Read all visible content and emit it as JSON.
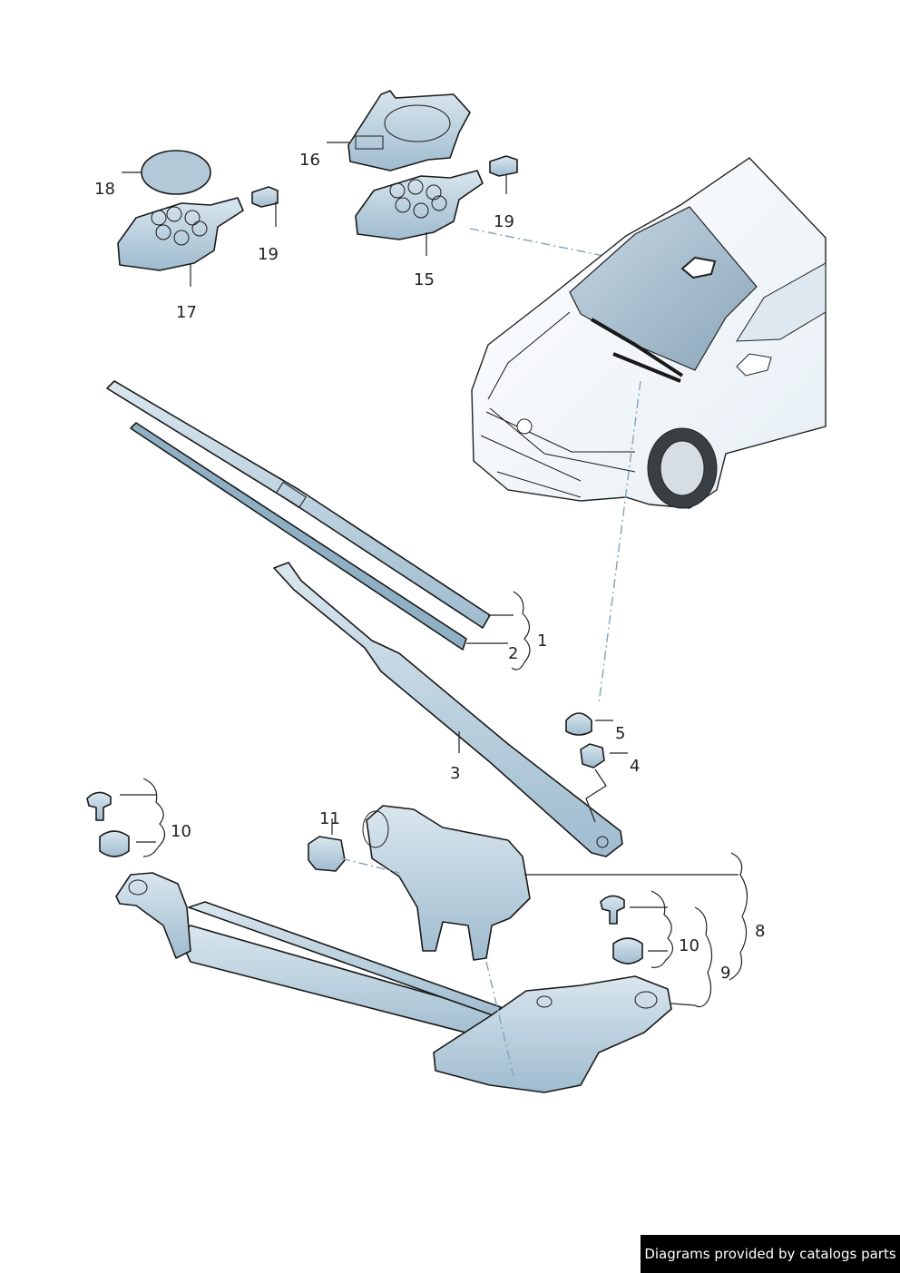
{
  "callouts": {
    "c1": "1",
    "c2": "2",
    "c3": "3",
    "c4": "4",
    "c5": "5",
    "c8": "8",
    "c9": "9",
    "c10a": "10",
    "c10b": "10",
    "c11": "11",
    "c15": "15",
    "c16": "16",
    "c17": "17",
    "c18": "18",
    "c19a": "19",
    "c19b": "19"
  },
  "credit": "Diagrams provided by catalogs parts",
  "colors": {
    "part_fill": "#bfd2df",
    "part_shade": "#8fafc4",
    "glass": "#9db6c8",
    "line": "#1a1a1a",
    "dash": "#7fa3bd"
  }
}
